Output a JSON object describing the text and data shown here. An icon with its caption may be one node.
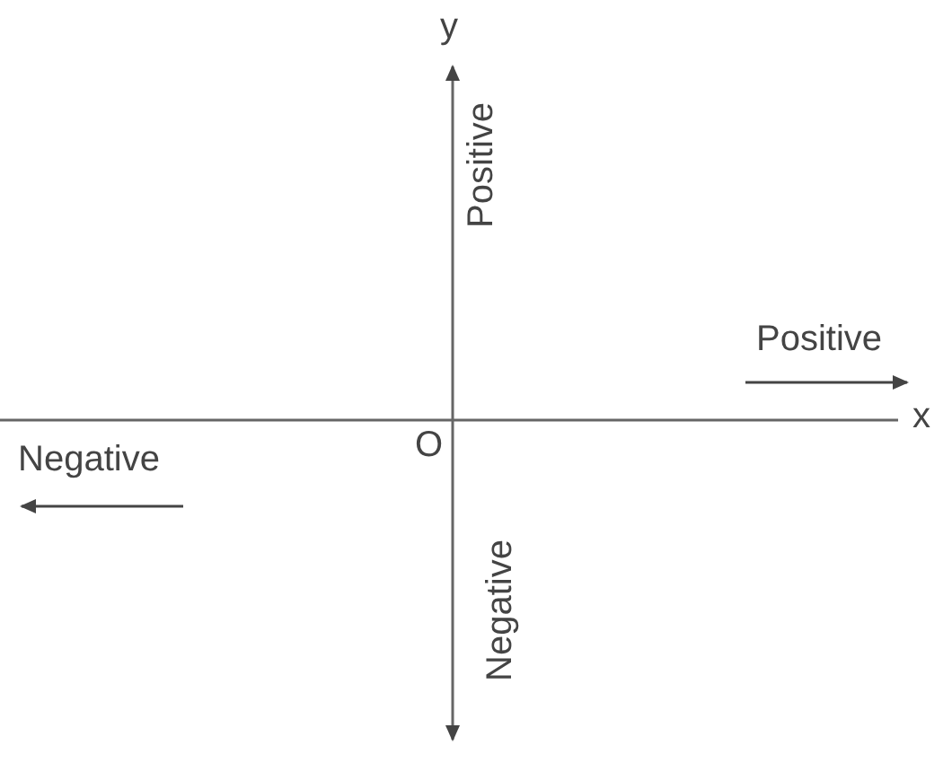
{
  "diagram": {
    "labels": [
      "y",
      "Positive",
      "Positive",
      "x",
      "Negative",
      "O",
      "Negative"
    ]
  }
}
